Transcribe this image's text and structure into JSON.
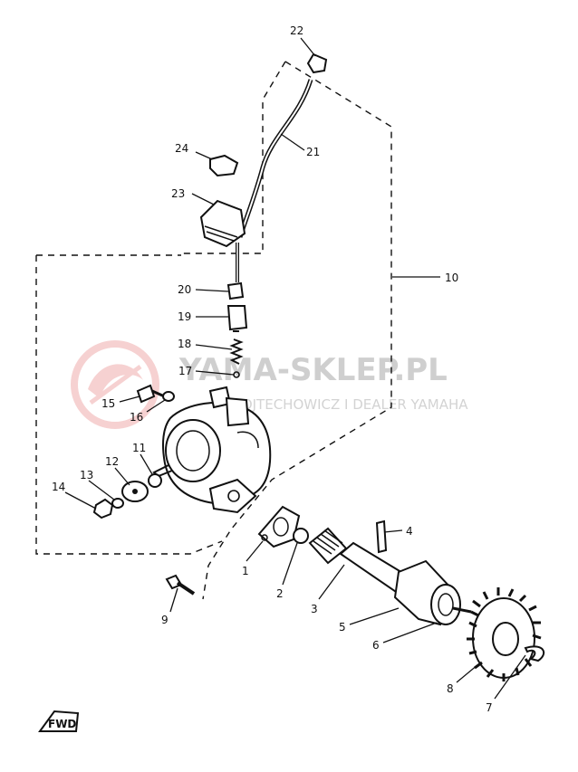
{
  "diagram": {
    "callouts": {
      "c1": "1",
      "c2": "2",
      "c3": "3",
      "c4": "4",
      "c5": "5",
      "c6": "6",
      "c7": "7",
      "c8": "8",
      "c9": "9",
      "c10": "10",
      "c11": "11",
      "c12": "12",
      "c13": "13",
      "c14": "14",
      "c15": "15",
      "c16": "16",
      "c17": "17",
      "c18": "18",
      "c19": "19",
      "c20": "20",
      "c21": "21",
      "c22": "22",
      "c23": "23",
      "c24": "24"
    },
    "fwd_marker": "FWD"
  },
  "watermark": {
    "title": "YAMA-SKLEP.PL",
    "subtitle": "WOJTECHOWICZ I DEALER YAMAHA"
  },
  "colors": {
    "watermark_logo": "#f4c6c6",
    "line": "#111111"
  }
}
